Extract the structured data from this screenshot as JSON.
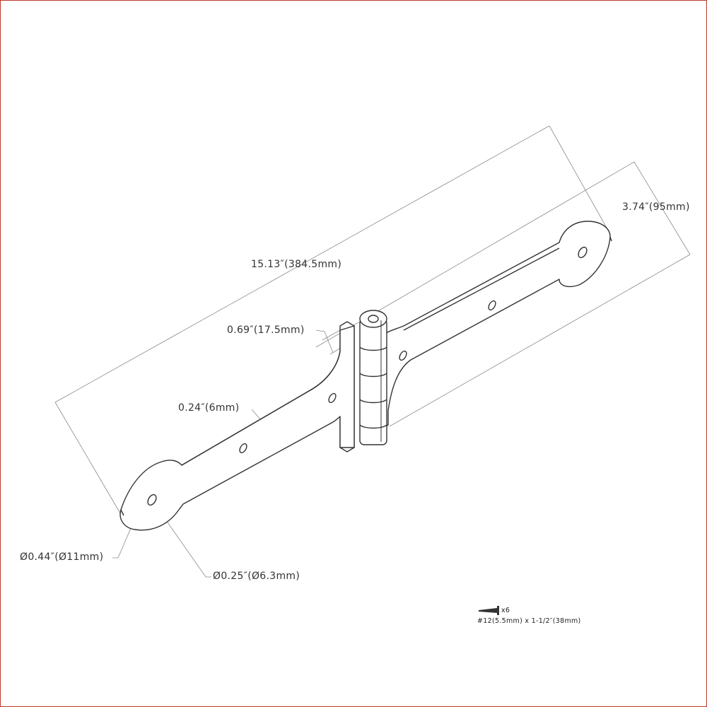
{
  "dimensions": {
    "overall_length": "15.13″(384.5mm)",
    "overall_width": "3.74″(95mm)",
    "leaf_width": "0.69″(17.5mm)",
    "strap_width": "0.24″(6mm)",
    "end_diameter": "Ø0.44″(Ø11mm)",
    "hole_diameter": "Ø0.25″(Ø6.3mm)"
  },
  "hardware": {
    "quantity": "x6",
    "screw_spec": "#12(5.5mm) x 1-1/2″(38mm)"
  },
  "colors": {
    "border": "#c0392b",
    "line": "#333333"
  }
}
